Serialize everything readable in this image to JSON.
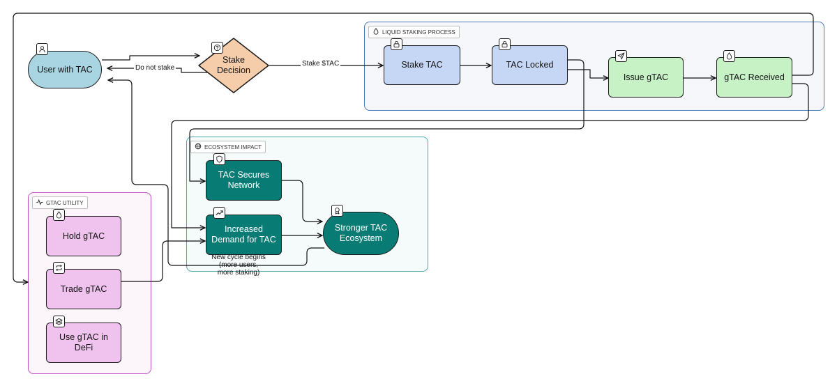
{
  "groups": {
    "liquid_staking": {
      "label": "LIQUID STAKING PROCESS",
      "icon": "drop-icon"
    },
    "ecosystem_impact": {
      "label": "ECOSYSTEM IMPACT",
      "icon": "globe-icon"
    },
    "gtac_utility": {
      "label": "GTAC UTILITY",
      "icon": "activity-icon"
    }
  },
  "nodes": {
    "user": {
      "label": "User with TAC",
      "icon": "user-icon"
    },
    "stake_decision": {
      "label": "Stake\nDecision",
      "icon": "question-icon"
    },
    "stake_tac": {
      "label": "Stake TAC",
      "icon": "lock-icon"
    },
    "tac_locked": {
      "label": "TAC Locked",
      "icon": "lock-icon"
    },
    "issue_gtac": {
      "label": "Issue gTAC",
      "icon": "send-icon"
    },
    "gtac_received": {
      "label": "gTAC Received",
      "icon": "drop-icon"
    },
    "tac_secures": {
      "label": "TAC Secures\nNetwork",
      "icon": "shield-icon"
    },
    "increased_demand": {
      "label": "Increased\nDemand for TAC",
      "icon": "trend-up-icon"
    },
    "stronger_ecosystem": {
      "label": "Stronger TAC\nEcosystem",
      "icon": "award-icon"
    },
    "hold_gtac": {
      "label": "Hold gTAC",
      "icon": "drop-icon"
    },
    "trade_gtac": {
      "label": "Trade gTAC",
      "icon": "repeat-icon"
    },
    "use_defi": {
      "label": "Use gTAC in\nDeFi",
      "icon": "layers-icon"
    }
  },
  "edge_labels": {
    "do_not_stake": "Do not stake",
    "stake_tac": "Stake $TAC",
    "new_cycle": "New cycle begins\n(more users,\nmore staking)"
  },
  "colors": {
    "user_fill": "#a9d5e2",
    "decision_fill": "#f6cdaa",
    "blue_fill": "#c6d7f5",
    "green_fill": "#c7f2c6",
    "teal_fill": "#087c74",
    "pink_fill": "#f0c3ef",
    "liquid_border": "#4a79b8",
    "liquid_bg": "#f5f7fb",
    "eco_border": "#4ba8ad",
    "eco_bg": "#f5fafb",
    "utility_border": "#c451c3",
    "utility_bg": "#fcf6fb"
  }
}
